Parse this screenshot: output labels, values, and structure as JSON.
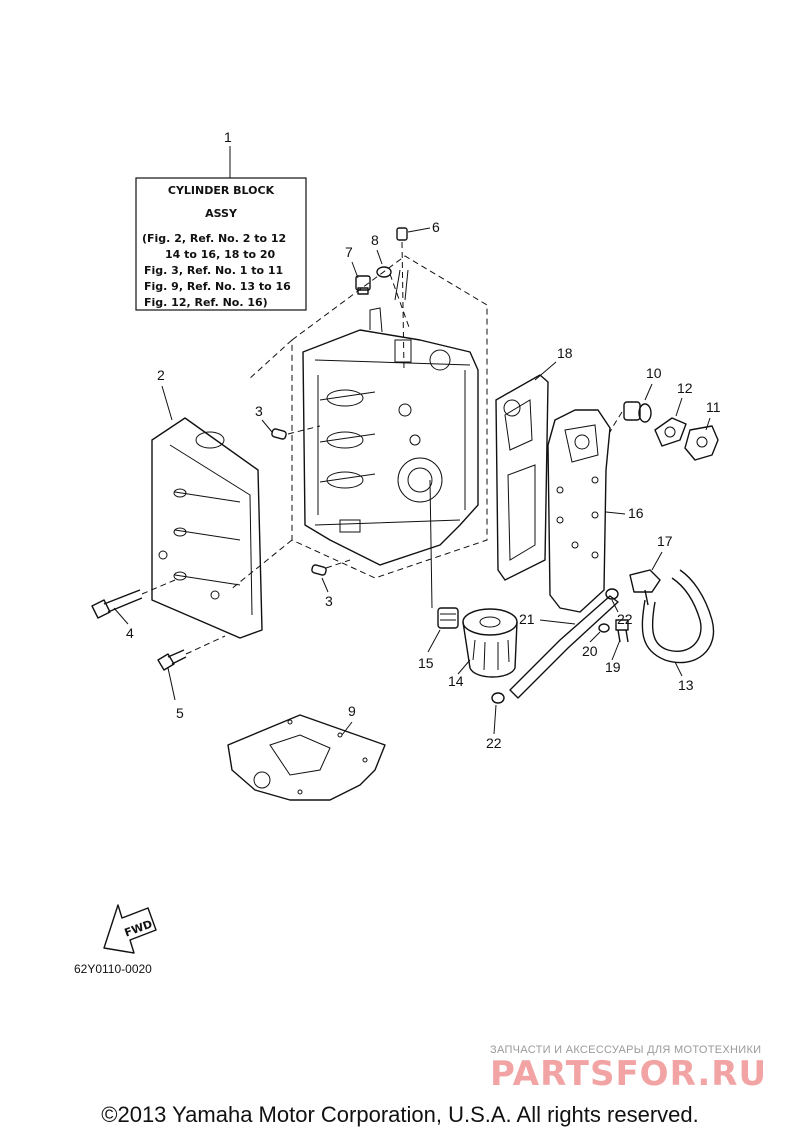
{
  "assy_box": {
    "title_line1": "CYLINDER BLOCK",
    "title_line2": "ASSY",
    "refs": [
      "(Fig. 2, Ref. No. 2 to 12",
      "14 to 16, 18 to 20",
      "Fig. 3, Ref. No. 1 to 11",
      "Fig. 9, Ref. No. 13 to 16",
      "Fig. 12, Ref. No. 16)"
    ]
  },
  "callouts": {
    "c1": "1",
    "c2": "2",
    "c3a": "3",
    "c3b": "3",
    "c4": "4",
    "c5": "5",
    "c6": "6",
    "c7": "7",
    "c8": "8",
    "c9": "9",
    "c10": "10",
    "c11": "11",
    "c12": "12",
    "c13": "13",
    "c14": "14",
    "c15": "15",
    "c16": "16",
    "c17": "17",
    "c18": "18",
    "c19": "19",
    "c20": "20",
    "c21": "21",
    "c22a": "22",
    "c22b": "22"
  },
  "fwd_label": "FWD",
  "diagram_code": "62Y0110-0020",
  "watermark": {
    "tagline": "ЗАПЧАСТИ И АКСЕССУАРЫ ДЛЯ МОТОТЕХНИКИ",
    "logo": "PARTSFOR.RU"
  },
  "copyright": "©2013 Yamaha Motor Corporation, U.S.A. All rights reserved."
}
